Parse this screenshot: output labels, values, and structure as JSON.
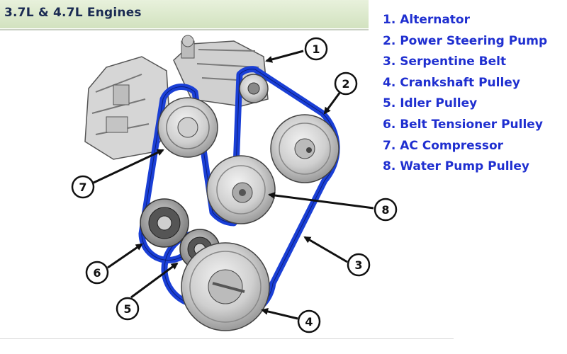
{
  "title": "3.7L & 4.7L Engines",
  "legend": [
    "1. Alternator",
    "2. Power Steering Pump",
    "3. Serpentine Belt",
    "4. Crankshaft Pulley",
    "5. Idler Pulley",
    "6. Belt Tensioner Pulley",
    "7. AC Compressor",
    "8. Water Pump Pulley"
  ],
  "callouts": [
    "1",
    "2",
    "3",
    "4",
    "5",
    "6",
    "7",
    "8"
  ],
  "colors": {
    "belt": "#1a3fd6",
    "legend_text": "#1f2fd0",
    "title_text": "#1a2a52",
    "header_band": "#dce9cc"
  }
}
